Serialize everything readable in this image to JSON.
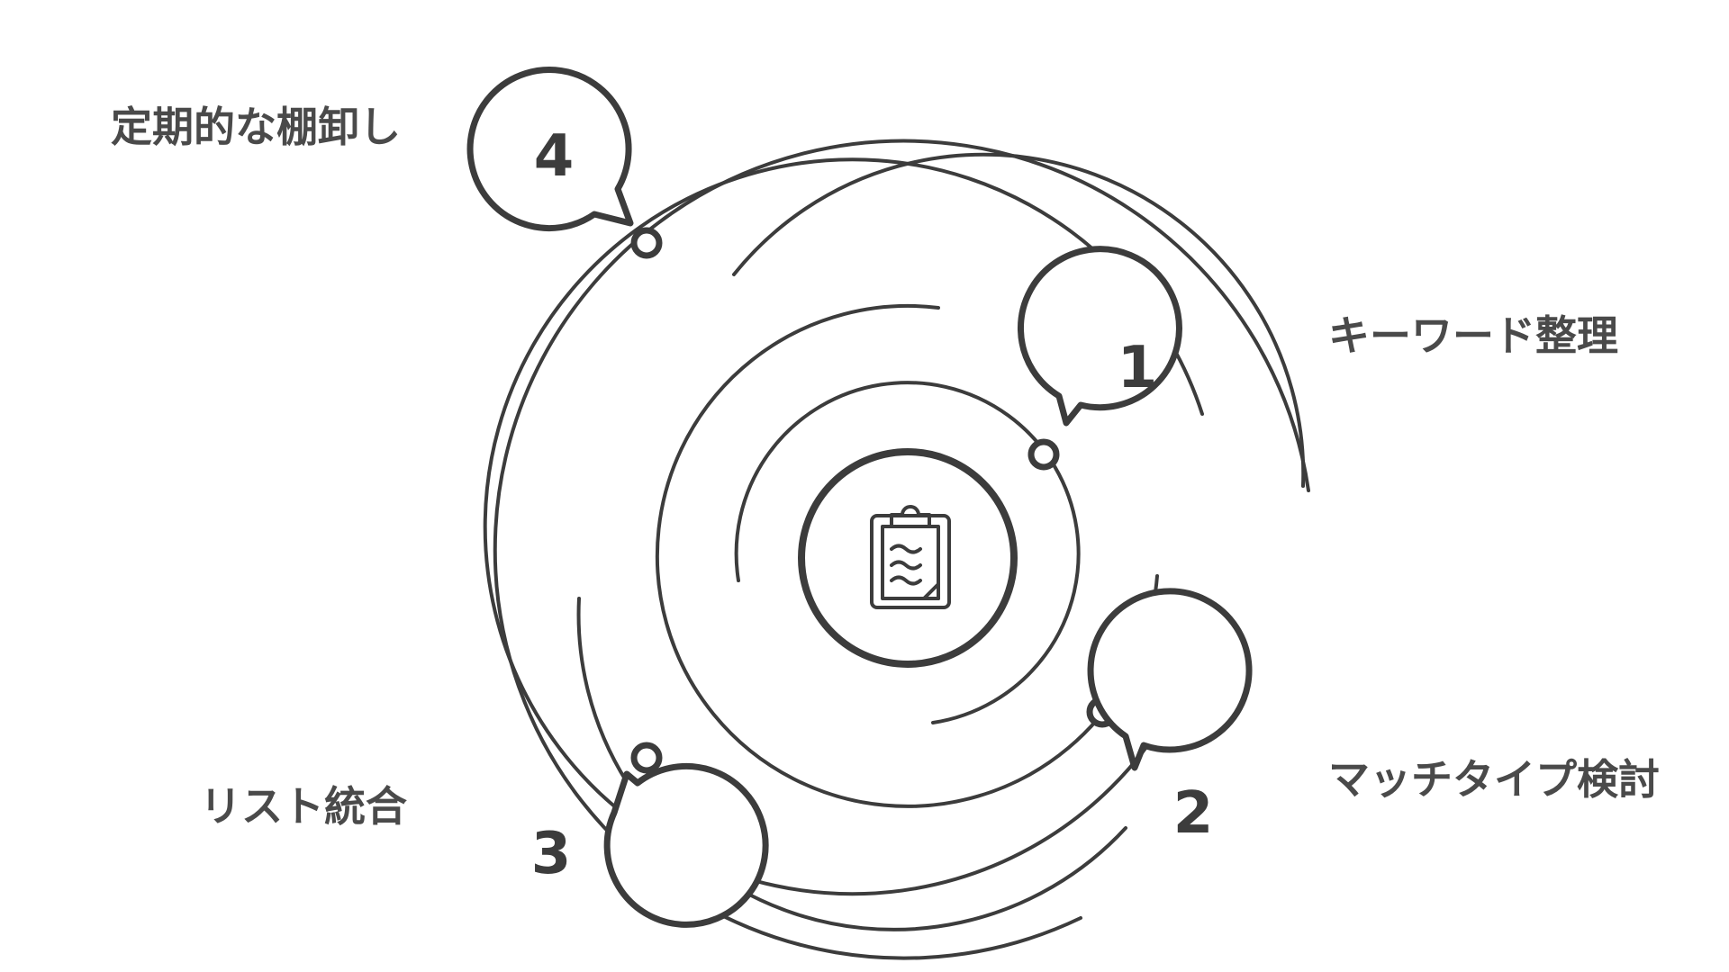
{
  "diagram": {
    "center": {
      "icon": "clipboard-icon"
    },
    "steps": [
      {
        "number": "1",
        "label": "キーワード整理"
      },
      {
        "number": "2",
        "label": "マッチタイプ検討"
      },
      {
        "number": "3",
        "label": "リスト統合"
      },
      {
        "number": "4",
        "label": "定期的な棚卸し"
      }
    ],
    "colors": {
      "stroke": "#3c3c3c",
      "label": "#4a4a4a",
      "background": "#ffffff"
    }
  }
}
